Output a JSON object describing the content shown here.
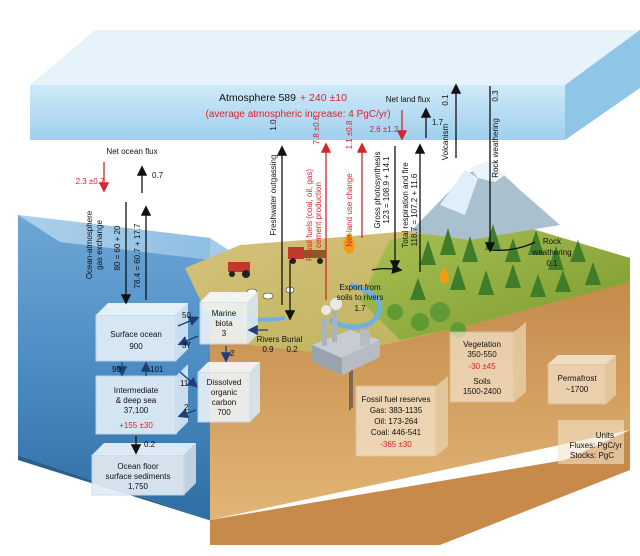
{
  "atmosphere": {
    "label": "Atmosphere 589",
    "increase": "+ 240 ±10",
    "rate": "(average atmospheric increase: 4 PgC/yr)"
  },
  "ocean_flux": {
    "title": "Net ocean flux",
    "red": "2.3 ±0.7",
    "black": "0.7"
  },
  "gas_exchange": {
    "label_1": "Ocean-atmosphere",
    "label_2": "gas exchange",
    "down": "80 = 60 + 20",
    "up": "78.4 = 60.7 + 17.7"
  },
  "vertical_labels": {
    "freshwater": "Freshwater outgassing",
    "freshwater_val": "1.0",
    "fossil_1": "Fossil fuels (coal, oil, gas)",
    "fossil_2": "cement production",
    "fossil_val": "7.8 ±0.6",
    "landuse": "Net land use change",
    "landuse_val": "1.1 ±0.8",
    "photo_1": "Gross photosynthesis",
    "photo_2": "123 = 108.9 + 14.1",
    "resp_1": "Total respiration and fire",
    "resp_2": "118.7 = 107.2 + 11.6",
    "volcanism": "Volcanism",
    "volcanism_val": "0.1",
    "rock": "Rock weathering",
    "rock_val": "0.3"
  },
  "land_flux": {
    "title": "Net land flux",
    "red": "2.6 ±1.2",
    "black": "1.7"
  },
  "rock_weathering": {
    "label_1": "Rock",
    "label_2": "weathering",
    "value": "0.1"
  },
  "export": {
    "label_1": "Export from",
    "label_2": "soils to rivers",
    "value": "1.7"
  },
  "rivers": {
    "label": "Rivers",
    "value": "0.9"
  },
  "burial": {
    "label": "Burial",
    "value": "0.2"
  },
  "surface_ocean": {
    "label": "Surface ocean",
    "value": "900"
  },
  "marine_biota": {
    "label_1": "Marine",
    "label_2": "biota",
    "value": "3"
  },
  "biota_flux": {
    "in": "50",
    "out": "37"
  },
  "dissolved": {
    "label_1": "Dissolved",
    "label_2": "organic",
    "label_3": "carbon",
    "value": "700"
  },
  "dissolved_flux": {
    "a": "11",
    "b": "2",
    "c": "2"
  },
  "mixing": {
    "down": "90",
    "up": "101"
  },
  "intermediate": {
    "label_1": "Intermediate",
    "label_2": "& deep sea",
    "value": "37,100",
    "change": "+155 ±30"
  },
  "sediment_flux": "0.2",
  "sediments": {
    "label_1": "Ocean floor",
    "label_2": "surface sediments",
    "value": "1,750"
  },
  "fossil_reserves": {
    "title": "Fossil fuel reserves",
    "gas": "Gas: 383-1135",
    "oil": "Oil: 173-264",
    "coal": "Coal: 446-541",
    "change": "-365 ±30"
  },
  "vegetation": {
    "label": "Vegetation",
    "value": "350-550",
    "change": "-30 ±45",
    "soils_label": "Soils",
    "soils_value": "1500-2400"
  },
  "permafrost": {
    "label": "Permafrost",
    "value": "~1700"
  },
  "units": {
    "title": "Units",
    "fluxes": "Fluxes: PgC/yr",
    "stocks": "Stocks: PgC"
  },
  "colors": {
    "sky_band": "#b9ddf2",
    "ocean_deep": "#3f7fb3",
    "ocean_surface": "#7fb3db",
    "land_green": "#8aa838",
    "ground": "#cc9a55",
    "flux_red": "#d4262b"
  }
}
